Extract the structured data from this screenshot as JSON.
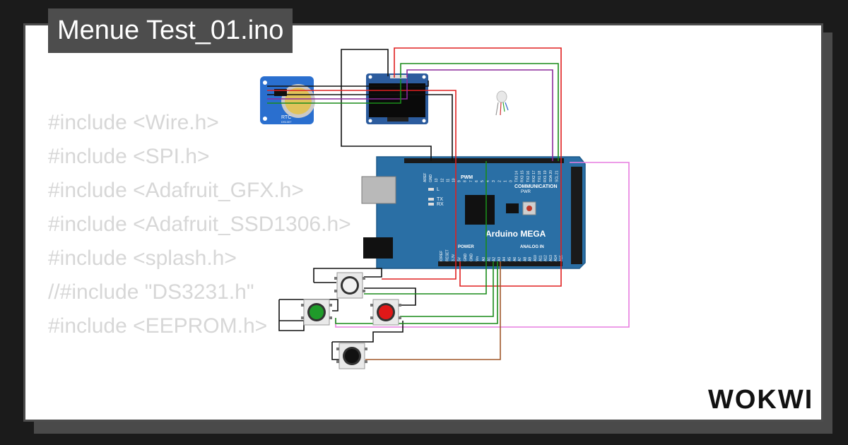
{
  "project": {
    "title": "Menue Test_01.ino",
    "brand": "WOKWI"
  },
  "code_lines": [
    "#include <Wire.h>",
    "#include <SPI.h>",
    "#include <Adafruit_GFX.h>",
    "#include <Adafruit_SSD1306.h>",
    "#include <splash.h>",
    "//#include \"DS3231.h\"",
    "#include <EEPROM.h>"
  ],
  "board": {
    "name": "Arduino MEGA",
    "labels": {
      "pwm": "PWM",
      "communication": "COMMUNICATION",
      "power": "POWER",
      "analog_in": "ANALOG IN",
      "pwr": "PWR",
      "led_l": "L",
      "led_tx": "TX",
      "led_rx": "RX"
    },
    "top_pins": [
      "AREF",
      "GND",
      "13",
      "12",
      "11",
      "10",
      "9",
      "8",
      "7",
      "6",
      "5",
      "4",
      "3",
      "2",
      "1",
      "0",
      "TX3 14",
      "RX3 15",
      "TX2 16",
      "RX2 17",
      "TX1 18",
      "RX1 19",
      "SDA 20",
      "SCL 21"
    ],
    "power_pins": [
      "IOREF",
      "RESET",
      "3.3V",
      "5V",
      "GND",
      "GND",
      "Vin"
    ],
    "analog_pins": [
      "A0",
      "A1",
      "A2",
      "A3",
      "A4",
      "A5",
      "A6",
      "A7",
      "A8",
      "A9",
      "A10",
      "A11",
      "A12",
      "A13",
      "A14",
      "A15"
    ]
  },
  "rtc": {
    "label": "RTC",
    "chip": "DS1307"
  },
  "colors": {
    "board": "#2a6fa5",
    "wire_black": "#111111",
    "wire_red": "#e02020",
    "wire_green": "#1a8c1a",
    "wire_purple": "#8b2a9b",
    "wire_pink": "#e77de0",
    "wire_brown": "#a0582a",
    "code_text": "#d7d7d7"
  },
  "buttons": [
    {
      "color_name": "white",
      "cap": "#f2f2f2"
    },
    {
      "color_name": "green",
      "cap": "#1f9b2a"
    },
    {
      "color_name": "red",
      "cap": "#e01818"
    },
    {
      "color_name": "black",
      "cap": "#111111"
    }
  ]
}
